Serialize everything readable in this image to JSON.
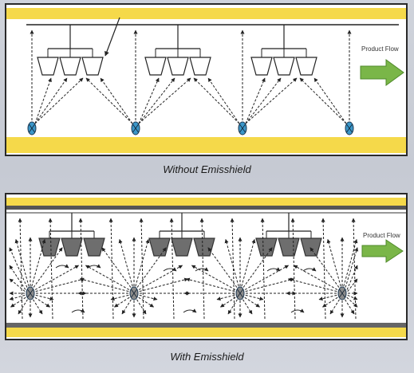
{
  "diagrams": [
    {
      "caption": "Without Emisshield",
      "product_flow_label": "Product Flow",
      "colors": {
        "band": "#f5d94a",
        "emitter": "#3b97c9",
        "arrow": "#7ab648",
        "cup": "#ffffff"
      }
    },
    {
      "caption": "With Emisshield",
      "product_flow_label": "Product Flow",
      "colors": {
        "band": "#f5d94a",
        "emitter": "#8a8a8a",
        "arrow": "#7ab648",
        "cup": "#6e6e6e"
      }
    }
  ]
}
